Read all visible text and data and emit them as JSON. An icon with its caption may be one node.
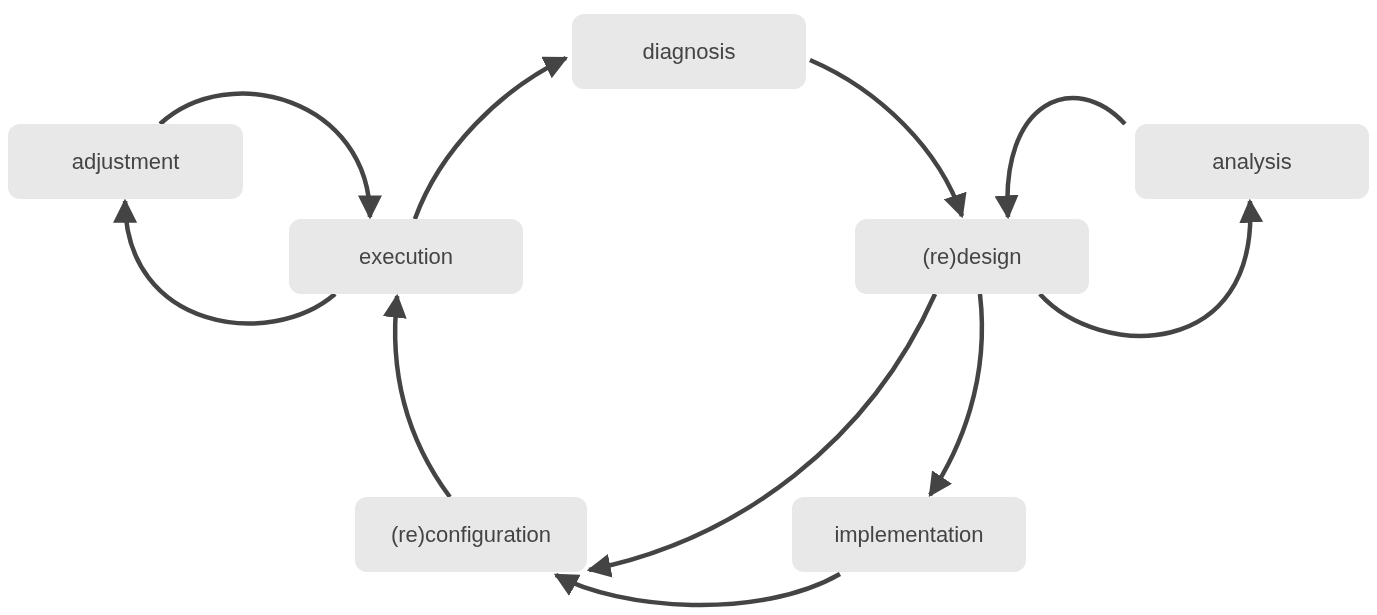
{
  "diagram": {
    "nodes": [
      {
        "text": [
          "diagnosis"
        ]
      },
      {
        "text": [
          "adjustment"
        ]
      },
      {
        "text": [
          "analysis"
        ]
      },
      {
        "text": [
          "execution"
        ]
      },
      {
        "text": [
          "(re)design"
        ]
      },
      {
        "text": [
          "(re)configuration"
        ]
      },
      {
        "text": [
          "implementation"
        ]
      }
    ],
    "edges": [
      {
        "from": 3,
        "to": 0,
        "arrow": "to"
      },
      {
        "from": 0,
        "to": 4,
        "arrow": "to"
      },
      {
        "from": 4,
        "to": 2,
        "arrow": "to"
      },
      {
        "from": 2,
        "to": 4,
        "arrow": "to"
      },
      {
        "from": 1,
        "to": 3,
        "arrow": "to"
      },
      {
        "from": 3,
        "to": 1,
        "arrow": "to"
      },
      {
        "from": 4,
        "to": 5,
        "arrow": "to"
      },
      {
        "from": 4,
        "to": 6,
        "arrow": "to"
      },
      {
        "from": 6,
        "to": 5,
        "arrow": "to"
      },
      {
        "from": 5,
        "to": 3,
        "arrow": "to"
      }
    ]
  }
}
